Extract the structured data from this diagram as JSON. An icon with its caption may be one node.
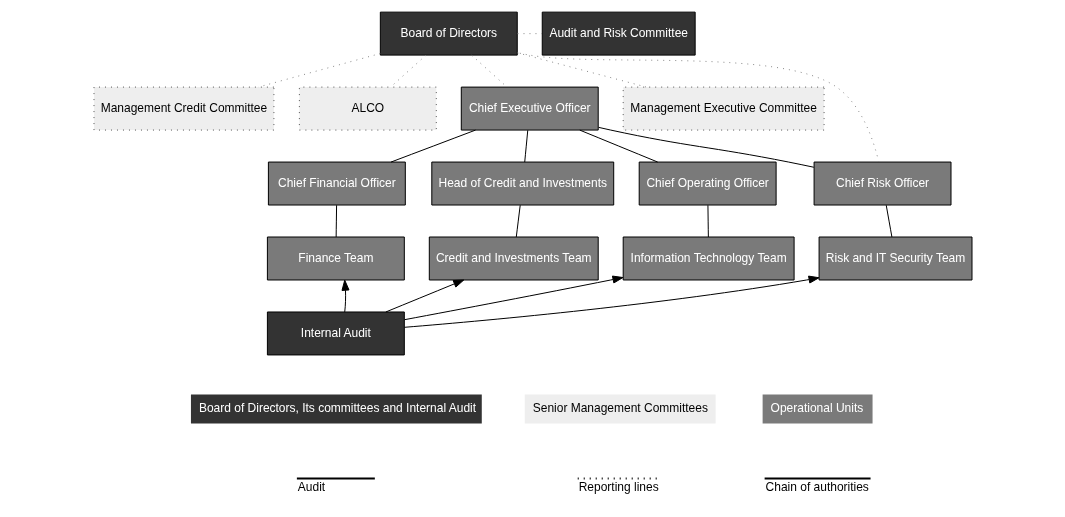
{
  "diagram": {
    "nodes": [
      {
        "text": [
          "Board of Directors"
        ]
      },
      {
        "text": [
          "Audit and Risk Committee"
        ]
      },
      {
        "text": [
          "Management Credit Committee"
        ]
      },
      {
        "text": [
          "ALCO"
        ]
      },
      {
        "text": [
          "Chief Executive Officer"
        ]
      },
      {
        "text": [
          "Management Executive Committee"
        ]
      },
      {
        "text": [
          "Chief Financial Officer"
        ]
      },
      {
        "text": [
          "Head of Credit and Investments"
        ]
      },
      {
        "text": [
          "Chief Operating Officer"
        ]
      },
      {
        "text": [
          "Chief Risk Officer"
        ]
      },
      {
        "text": [
          "Finance Team"
        ]
      },
      {
        "text": [
          "Credit and Investments Team"
        ]
      },
      {
        "text": [
          "Information Technology Team"
        ]
      },
      {
        "text": [
          "Risk and IT Security Team"
        ]
      },
      {
        "text": [
          "Internal Audit"
        ]
      }
    ],
    "edges": [
      {
        "from": 0,
        "to": 1,
        "arrow": "none",
        "style": "dashed",
        "color": "#888888"
      },
      {
        "from": 0,
        "to": 2,
        "arrow": "none",
        "style": "dashed",
        "color": "#888888"
      },
      {
        "from": 0,
        "to": 3,
        "arrow": "none",
        "style": "dashed",
        "color": "#888888"
      },
      {
        "from": 0,
        "to": 4,
        "arrow": "none",
        "style": "dashed",
        "color": "#888888"
      },
      {
        "from": 0,
        "to": 5,
        "arrow": "none",
        "style": "dashed",
        "color": "#888888"
      },
      {
        "from": 9,
        "to": 0,
        "arrow": "none",
        "style": "dashed",
        "color": "#888888"
      },
      {
        "from": 4,
        "to": 6,
        "arrow": "none"
      },
      {
        "from": 4,
        "to": 7,
        "arrow": "none"
      },
      {
        "from": 4,
        "to": 8,
        "arrow": "none"
      },
      {
        "from": 4,
        "to": 9,
        "arrow": "none"
      },
      {
        "from": 6,
        "to": 10,
        "arrow": "none"
      },
      {
        "from": 7,
        "to": 11,
        "arrow": "none"
      },
      {
        "from": 8,
        "to": 12,
        "arrow": "none"
      },
      {
        "from": 9,
        "to": 13,
        "arrow": "none"
      },
      {
        "from": 14,
        "to": 10,
        "arrow": "to"
      },
      {
        "from": 14,
        "to": 11,
        "arrow": "to"
      },
      {
        "from": 14,
        "to": 12,
        "arrow": "to"
      },
      {
        "from": 14,
        "to": 13,
        "arrow": "to"
      }
    ],
    "legend": [
      {
        "text": "Board of Directors, Its committees and Internal Audit",
        "color": "#333333"
      },
      {
        "text": "Senior Management Committees",
        "color": "#eeeeee"
      },
      {
        "text": "Operational Units",
        "color": "#7a7a7a"
      },
      {
        "text": "Audit"
      },
      {
        "text": "Reporting lines"
      },
      {
        "text": "Chain of authorities"
      }
    ]
  }
}
